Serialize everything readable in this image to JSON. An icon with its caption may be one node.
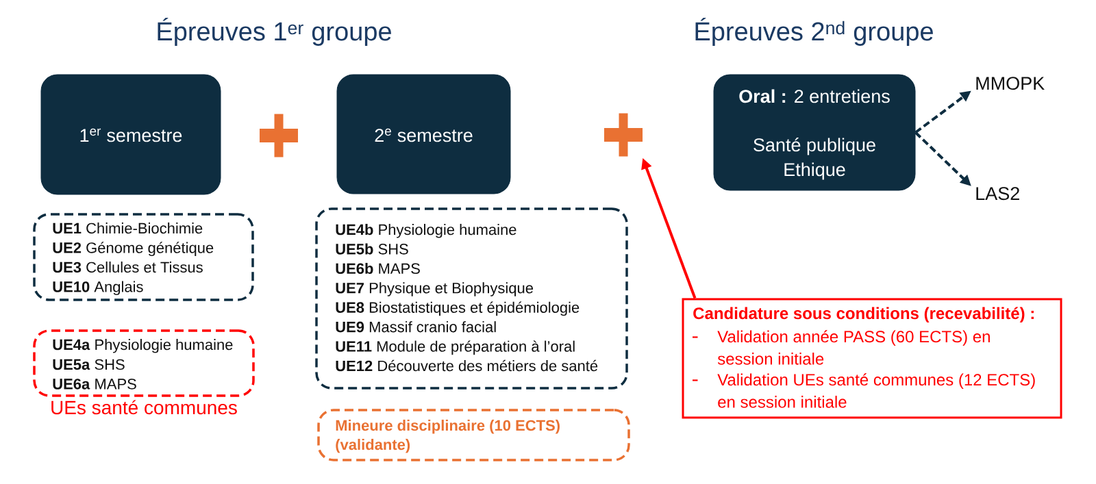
{
  "diagram": {
    "nodes": [
      {
        "text": [
          "1$^{er}$ semestre"
        ]
      },
      {
        "text": [],
        "shape": "plus"
      },
      {
        "text": [
          "2$^{e}$ semestre"
        ]
      },
      {
        "text": [],
        "shape": "plus"
      },
      {
        "text": [
          "**Oral :** 2 entretiens",
          "Santé publique Ethique"
        ]
      },
      {
        "text": [
          "MMOPK"
        ]
      },
      {
        "text": [
          "LAS2"
        ]
      },
      {
        "text": [
          "**UE1** Chimie-Biochimie",
          "**UE2** Génome génétique",
          "**UE3** Cellules et Tissus",
          "**UE10** Anglais"
        ]
      },
      {
        "text": [
          "**UE4a** Physiologie humaine",
          "**UE5a** SHS",
          "**UE6a** MAPS"
        ],
        "beside": [
          "UEs santé communes"
        ]
      },
      {
        "text": [
          "**UE4b** Physiologie humaine",
          "**UE5b** SHS",
          "**UE6b** MAPS",
          "**UE7** Physique et Biophysique",
          "**UE8** Biostatistiques et épidémiologie",
          "**UE9** Massif cranio facial",
          "**UE11** Module de préparation à l’oral",
          "**UE12** Découverte des métiers de santé"
        ]
      },
      {
        "text": [
          "Mineure disciplinaire (10 ECTS) (validante)"
        ]
      },
      {
        "text": [
          "Candidature sous conditions (recevabilité) :",
          "Validation année PASS (60 ECTS) en session initiale",
          "Validation UEs santé communes (12 ECTS) en session initiale"
        ]
      }
    ],
    "edges": [
      {
        "from": 4,
        "to": 5,
        "arrow": "to",
        "style": "dashed"
      },
      {
        "from": 4,
        "to": 6,
        "arrow": "to",
        "style": "dashed"
      },
      {
        "from": 11,
        "to": 3,
        "arrow": "to",
        "color": "#ff0000"
      }
    ],
    "labels": [
      "Épreuves 1$^{er}$ groupe",
      "Épreuves 2$^{nd}$ groupe"
    ]
  }
}
